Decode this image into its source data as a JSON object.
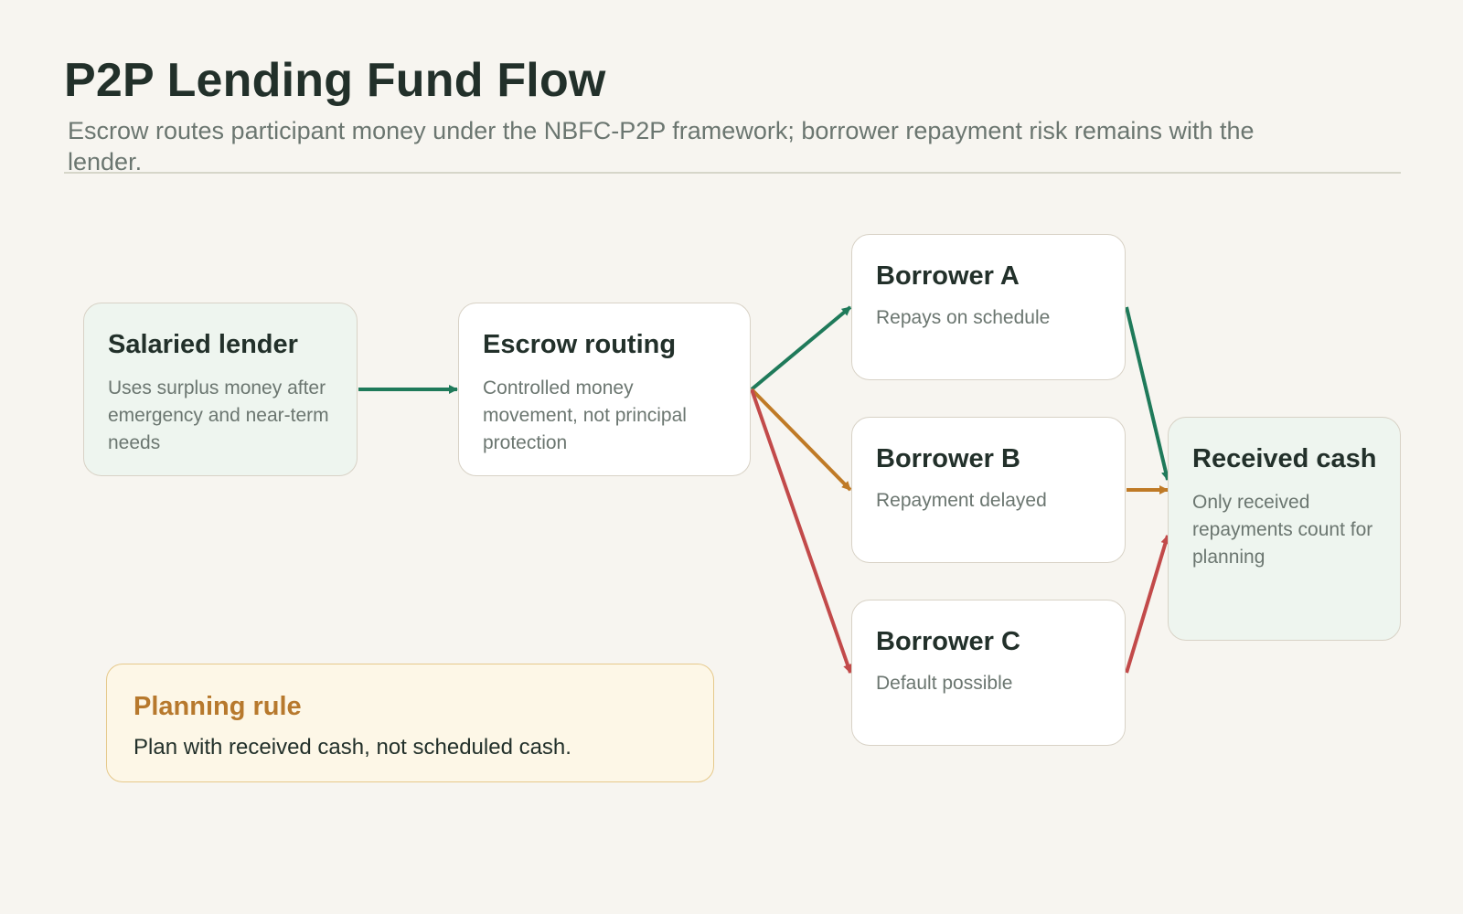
{
  "title": "P2P Lending Fund Flow",
  "subtitle": "Escrow routes participant money under the NBFC-P2P framework; borrower repayment risk remains with the lender.",
  "nodes": {
    "lender": {
      "title": "Salaried lender",
      "body": "Uses surplus money after emergency and near-term needs"
    },
    "escrow": {
      "title": "Escrow routing",
      "body": "Controlled money movement, not principal protection"
    },
    "borrower_a": {
      "title": "Borrower A",
      "body": "Repays on schedule"
    },
    "borrower_b": {
      "title": "Borrower B",
      "body": "Repayment delayed"
    },
    "borrower_c": {
      "title": "Borrower C",
      "body": "Default possible"
    },
    "received": {
      "title": "Received cash",
      "body": "Only received repayments count for planning"
    }
  },
  "planning_rule": {
    "title": "Planning rule",
    "body": "Plan with received cash, not scheduled cash."
  },
  "edges": [
    {
      "from": "lender",
      "to": "escrow",
      "status": "on-schedule"
    },
    {
      "from": "escrow",
      "to": "borrower_a",
      "status": "on-schedule"
    },
    {
      "from": "escrow",
      "to": "borrower_b",
      "status": "delayed"
    },
    {
      "from": "escrow",
      "to": "borrower_c",
      "status": "default"
    },
    {
      "from": "borrower_a",
      "to": "received",
      "status": "on-schedule"
    },
    {
      "from": "borrower_b",
      "to": "received",
      "status": "delayed"
    },
    {
      "from": "borrower_c",
      "to": "received",
      "status": "default"
    }
  ],
  "colors": {
    "on-schedule": "#1f7a5a",
    "delayed": "#bf7a26",
    "default": "#c24a4a",
    "rule_title": "#b7792d"
  }
}
